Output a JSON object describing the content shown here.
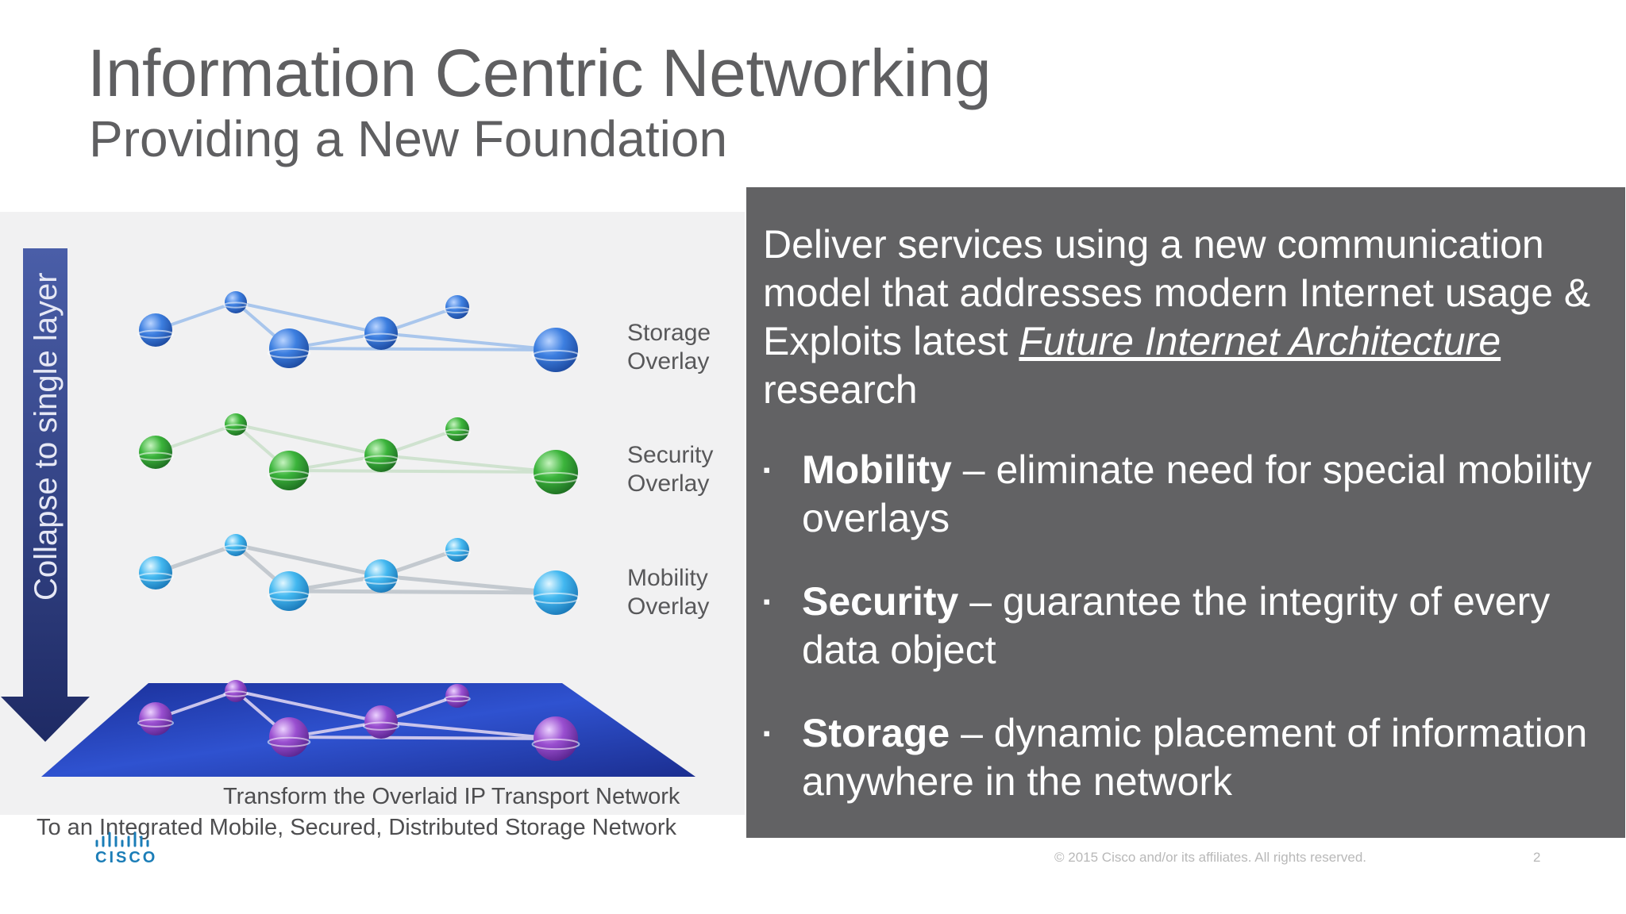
{
  "slide": {
    "title": "Information Centric Networking",
    "subtitle": "Providing a New Foundation"
  },
  "diagram": {
    "arrow_label": "Collapse to single layer",
    "layers": [
      {
        "label_line1": "Storage",
        "label_line2": "Overlay",
        "color": "#3d7fe0"
      },
      {
        "label_line1": "Security",
        "label_line2": "Overlay",
        "color": "#3bb43b"
      },
      {
        "label_line1": "Mobility",
        "label_line2": "Overlay",
        "color": "#43b8f0"
      }
    ],
    "base_color": "#2540b8",
    "node_base_color": "#9a4fd0",
    "caption_line1": "Transform the Overlaid IP Transport Network",
    "caption_line2": "To an Integrated Mobile, Secured, Distributed Storage Network"
  },
  "panel": {
    "intro_text": "Deliver services using a new communication model that addresses modern Internet usage & Exploits latest ",
    "intro_link": "Future Internet Architecture",
    "intro_tail": " research",
    "bullets": [
      {
        "marker": "▪",
        "term": "Mobility",
        "text": " – eliminate need for special mobility overlays"
      },
      {
        "marker": "▪",
        "term": "Security",
        "text": " – guarantee the integrity of every data object"
      },
      {
        "marker": "▪",
        "term": "Storage",
        "text": " – dynamic placement of information anywhere in the network"
      }
    ]
  },
  "footer": {
    "logo_text": "CISCO",
    "copyright": "© 2015  Cisco and/or its affiliates. All rights reserved.",
    "page_number": "2"
  },
  "colors": {
    "title": "#5f5f61",
    "panel_bg": "#626264",
    "arrow": "#2f3a78"
  }
}
